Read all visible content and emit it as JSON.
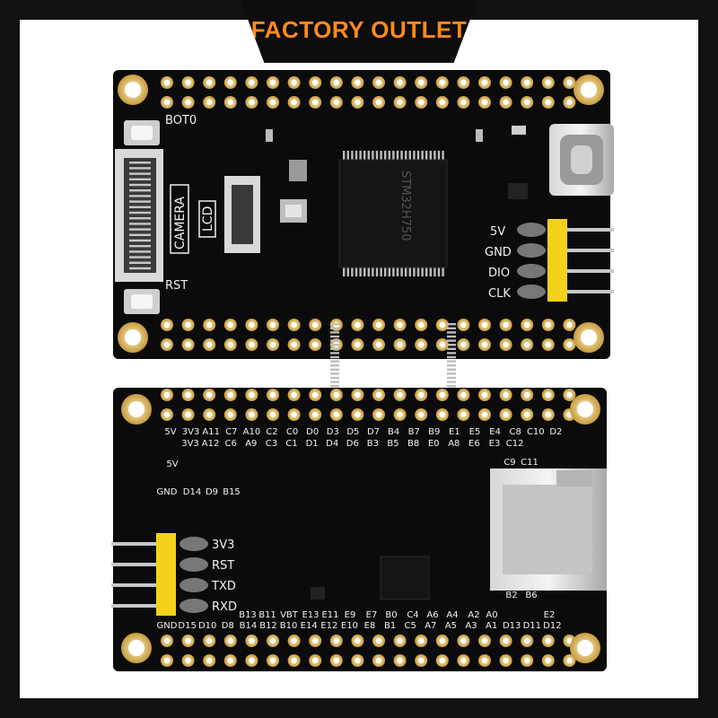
{
  "banner": {
    "title": "FACTORY OUTLET"
  },
  "top_board": {
    "button_labels": [
      "BOT0",
      "RST"
    ],
    "connector_labels": [
      "CAMERA",
      "LCD"
    ],
    "chip_text": "STM32H750",
    "pin_labels": [
      "5V",
      "GND",
      "DIO",
      "CLK"
    ]
  },
  "bottom_board": {
    "top_row_1": [
      "5V",
      "3V3",
      "A11",
      "C7",
      "A10",
      "C2",
      "C0",
      "D0",
      "D3",
      "D5",
      "D7",
      "B4",
      "B7",
      "B9",
      "E1",
      "E5",
      "E4",
      "C8",
      "C10",
      "D2"
    ],
    "top_row_2": [
      "3V3",
      "A12",
      "C6",
      "A9",
      "C3",
      "C1",
      "D1",
      "D4",
      "D6",
      "B3",
      "B5",
      "B8",
      "E0",
      "A8",
      "E6",
      "E3",
      "C12"
    ],
    "side_labels": [
      "5V",
      "GND",
      "D14",
      "D9",
      "B15"
    ],
    "sd_labels": [
      "C9",
      "C11",
      "B2",
      "B6"
    ],
    "header_labels": [
      "3V3",
      "RST",
      "TXD",
      "RXD"
    ],
    "bottom_row_1": [
      "B13",
      "B11",
      "VBT",
      "E13",
      "E11",
      "E9",
      "E7",
      "B0",
      "C4",
      "A6",
      "A4",
      "A2",
      "A0",
      "E2"
    ],
    "bottom_row_2": [
      "GND",
      "D15",
      "D10",
      "D8",
      "B14",
      "B12",
      "B10",
      "E14",
      "E12",
      "E10",
      "E8",
      "B1",
      "C5",
      "A7",
      "A5",
      "A3",
      "A1",
      "D13",
      "D11",
      "D12"
    ]
  }
}
